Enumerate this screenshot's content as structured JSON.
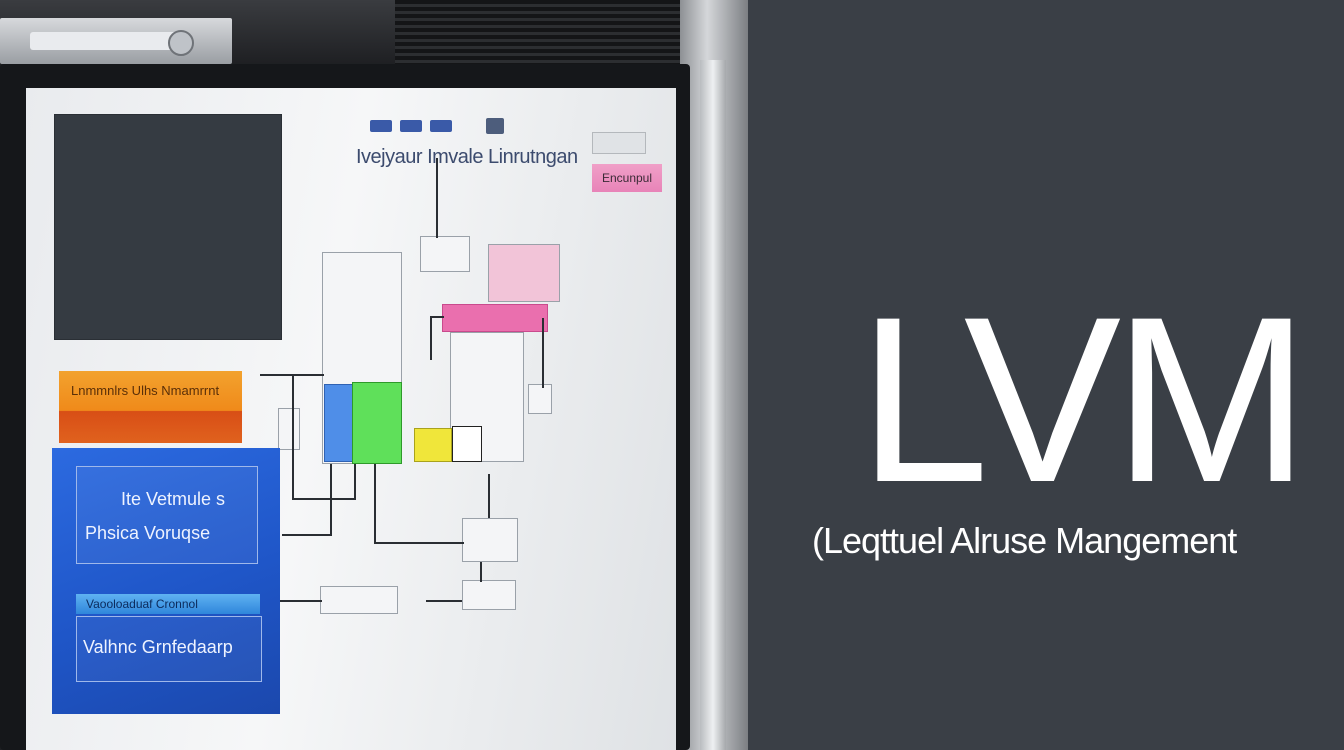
{
  "hero": {
    "title": "LVM",
    "subtitle": "(Leqttuel Alruse Mangement"
  },
  "screen": {
    "header": "Ivejyaur  Imvale  Linrutngan",
    "pink_badge": "Encunpul",
    "orange_label": "Lnmmnlrs  Ulhs  Nmamrrnt",
    "blue_box1_line1": "Ite Vetmule s",
    "blue_box1_line2": "Phsica Voruqse",
    "blue_box2_header": "Vaooloaduaf Cronnol",
    "blue_box2_text": "Valhnc Grnfedaarp"
  },
  "colors": {
    "background_right": "#3a3f46",
    "title_text": "#ffffff",
    "orange": "#f08a1a",
    "blue": "#1f56c8",
    "pink": "#e884b8"
  }
}
